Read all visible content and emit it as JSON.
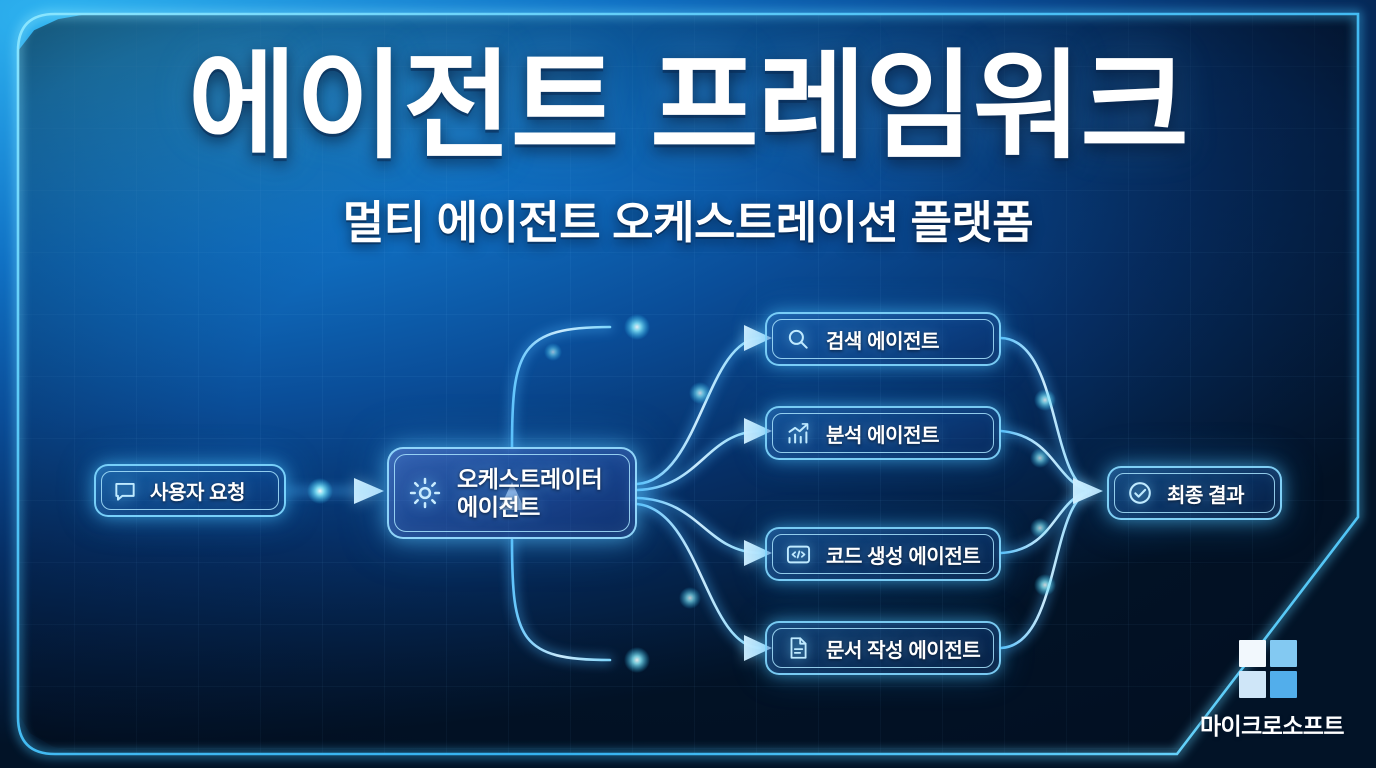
{
  "header": {
    "title": "에이전트 프레임워크",
    "subtitle": "멀티 에이전트 오케스트레이션 플랫폼"
  },
  "diagram": {
    "input_node": {
      "label": "사용자 요청",
      "icon": "chat-bubble-icon"
    },
    "orchestrator_node": {
      "label": "오케스트레이터 에이전트",
      "label_line1": "오케스트레이터",
      "label_line2": "에이전트",
      "icon": "gear-icon"
    },
    "agents": [
      {
        "label": "검색 에이전트",
        "icon": "search-icon"
      },
      {
        "label": "분석 에이전트",
        "icon": "bar-chart-icon"
      },
      {
        "label": "코드 생성 에이전트",
        "icon": "code-brackets-icon"
      },
      {
        "label": "문서 작성 에이전트",
        "icon": "document-icon"
      }
    ],
    "output_node": {
      "label": "최종 결과",
      "icon": "check-circle-icon"
    }
  },
  "branding": {
    "name": "마이크로소프트",
    "logo": "microsoft-four-pane-logo"
  },
  "colors": {
    "accent_cyan": "#7ddcff",
    "glow_blue": "#39a8f5",
    "panel_deep": "#041736",
    "panel_light": "#1d8fd6",
    "text_white": "#ffffff",
    "logo_tile_light": "#f2f8fd",
    "logo_tile_mid": "#83c9f2",
    "logo_tile_pale": "#cfe6f8",
    "logo_tile_blue": "#52aeeb"
  }
}
